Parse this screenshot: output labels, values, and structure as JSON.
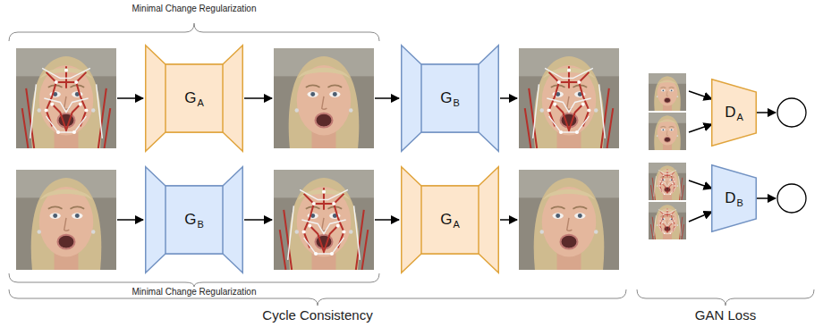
{
  "diagram": {
    "nodes": [
      {
        "text": [
          "G",
          "A"
        ]
      },
      {
        "text": [
          "G",
          "B"
        ]
      },
      {
        "text": [
          "G",
          "B"
        ]
      },
      {
        "text": [
          "G",
          "A"
        ]
      },
      {
        "text": [
          "D",
          "A"
        ]
      },
      {
        "text": [
          "D",
          "B"
        ]
      }
    ],
    "labels": [
      "Minimal Change Regularization",
      "Minimal Change Regularization",
      "Cycle Consistency",
      "GAN Loss"
    ]
  }
}
